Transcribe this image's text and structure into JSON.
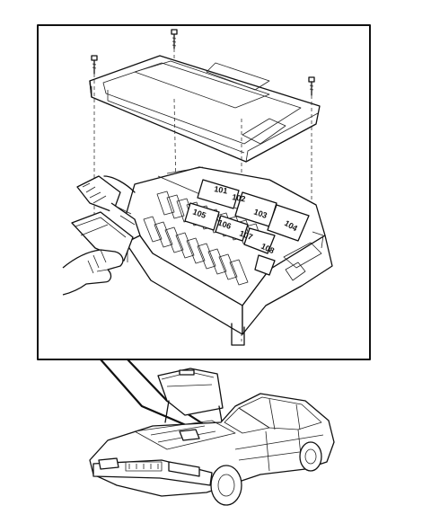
{
  "diagram": {
    "fuse_labels": [
      {
        "id": "fuse-101",
        "text": "101",
        "rotate": 10
      },
      {
        "id": "fuse-102",
        "text": "102",
        "rotate": 10
      },
      {
        "id": "fuse-103",
        "text": "103",
        "rotate": 20
      },
      {
        "id": "fuse-104",
        "text": "104",
        "rotate": 30
      },
      {
        "id": "fuse-105",
        "text": "105",
        "rotate": 20
      },
      {
        "id": "fuse-106",
        "text": "106",
        "rotate": 20
      },
      {
        "id": "fuse-107",
        "text": "107",
        "rotate": 20
      },
      {
        "id": "fuse-108",
        "text": "108",
        "rotate": 25
      }
    ]
  }
}
